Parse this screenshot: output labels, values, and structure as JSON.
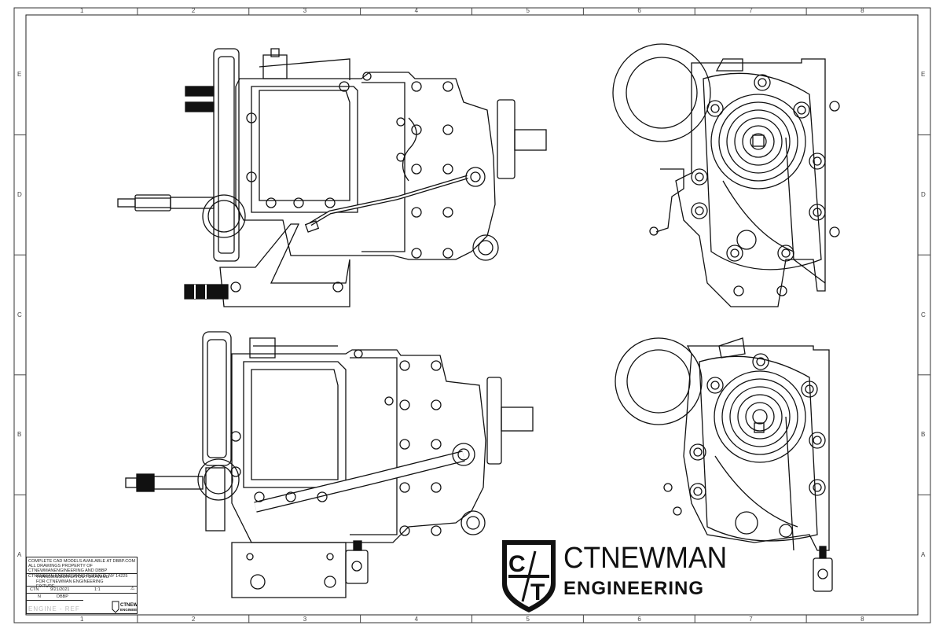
{
  "drawing": {
    "column_labels": [
      "1",
      "2",
      "3",
      "4",
      "5",
      "6",
      "7",
      "8"
    ],
    "row_labels": [
      "E",
      "D",
      "C",
      "B",
      "A"
    ],
    "views": [
      {
        "name": "side-view-upper"
      },
      {
        "name": "end-view-upper"
      },
      {
        "name": "side-view-lower"
      },
      {
        "name": "end-view-lower"
      }
    ]
  },
  "title_block": {
    "notes": [
      "COMPLETE CAD MODELS AVAILABLE AT DBBP.COM",
      "ALL DRAWINGS PROPERTY OF CTNEWMANENGINEERING AND DBBP",
      "CTNEWMAN ENGINEERING BUFFALO, NY 14225"
    ],
    "title_lines": [
      "TRANSMISSION LAYOUT DRAWING",
      "FOR CTNEWMAN ENGINEERING FIXTURE"
    ],
    "drawn_by": "CTN",
    "rev": "N",
    "company_code": "DBBP",
    "date": "9/21/2021",
    "scale": "1:1",
    "engine_ref": "ENGINE - REF"
  },
  "brand": {
    "logo_letters": "C/T",
    "name": "CTNEWMAN",
    "subtitle": "ENGINEERING"
  }
}
